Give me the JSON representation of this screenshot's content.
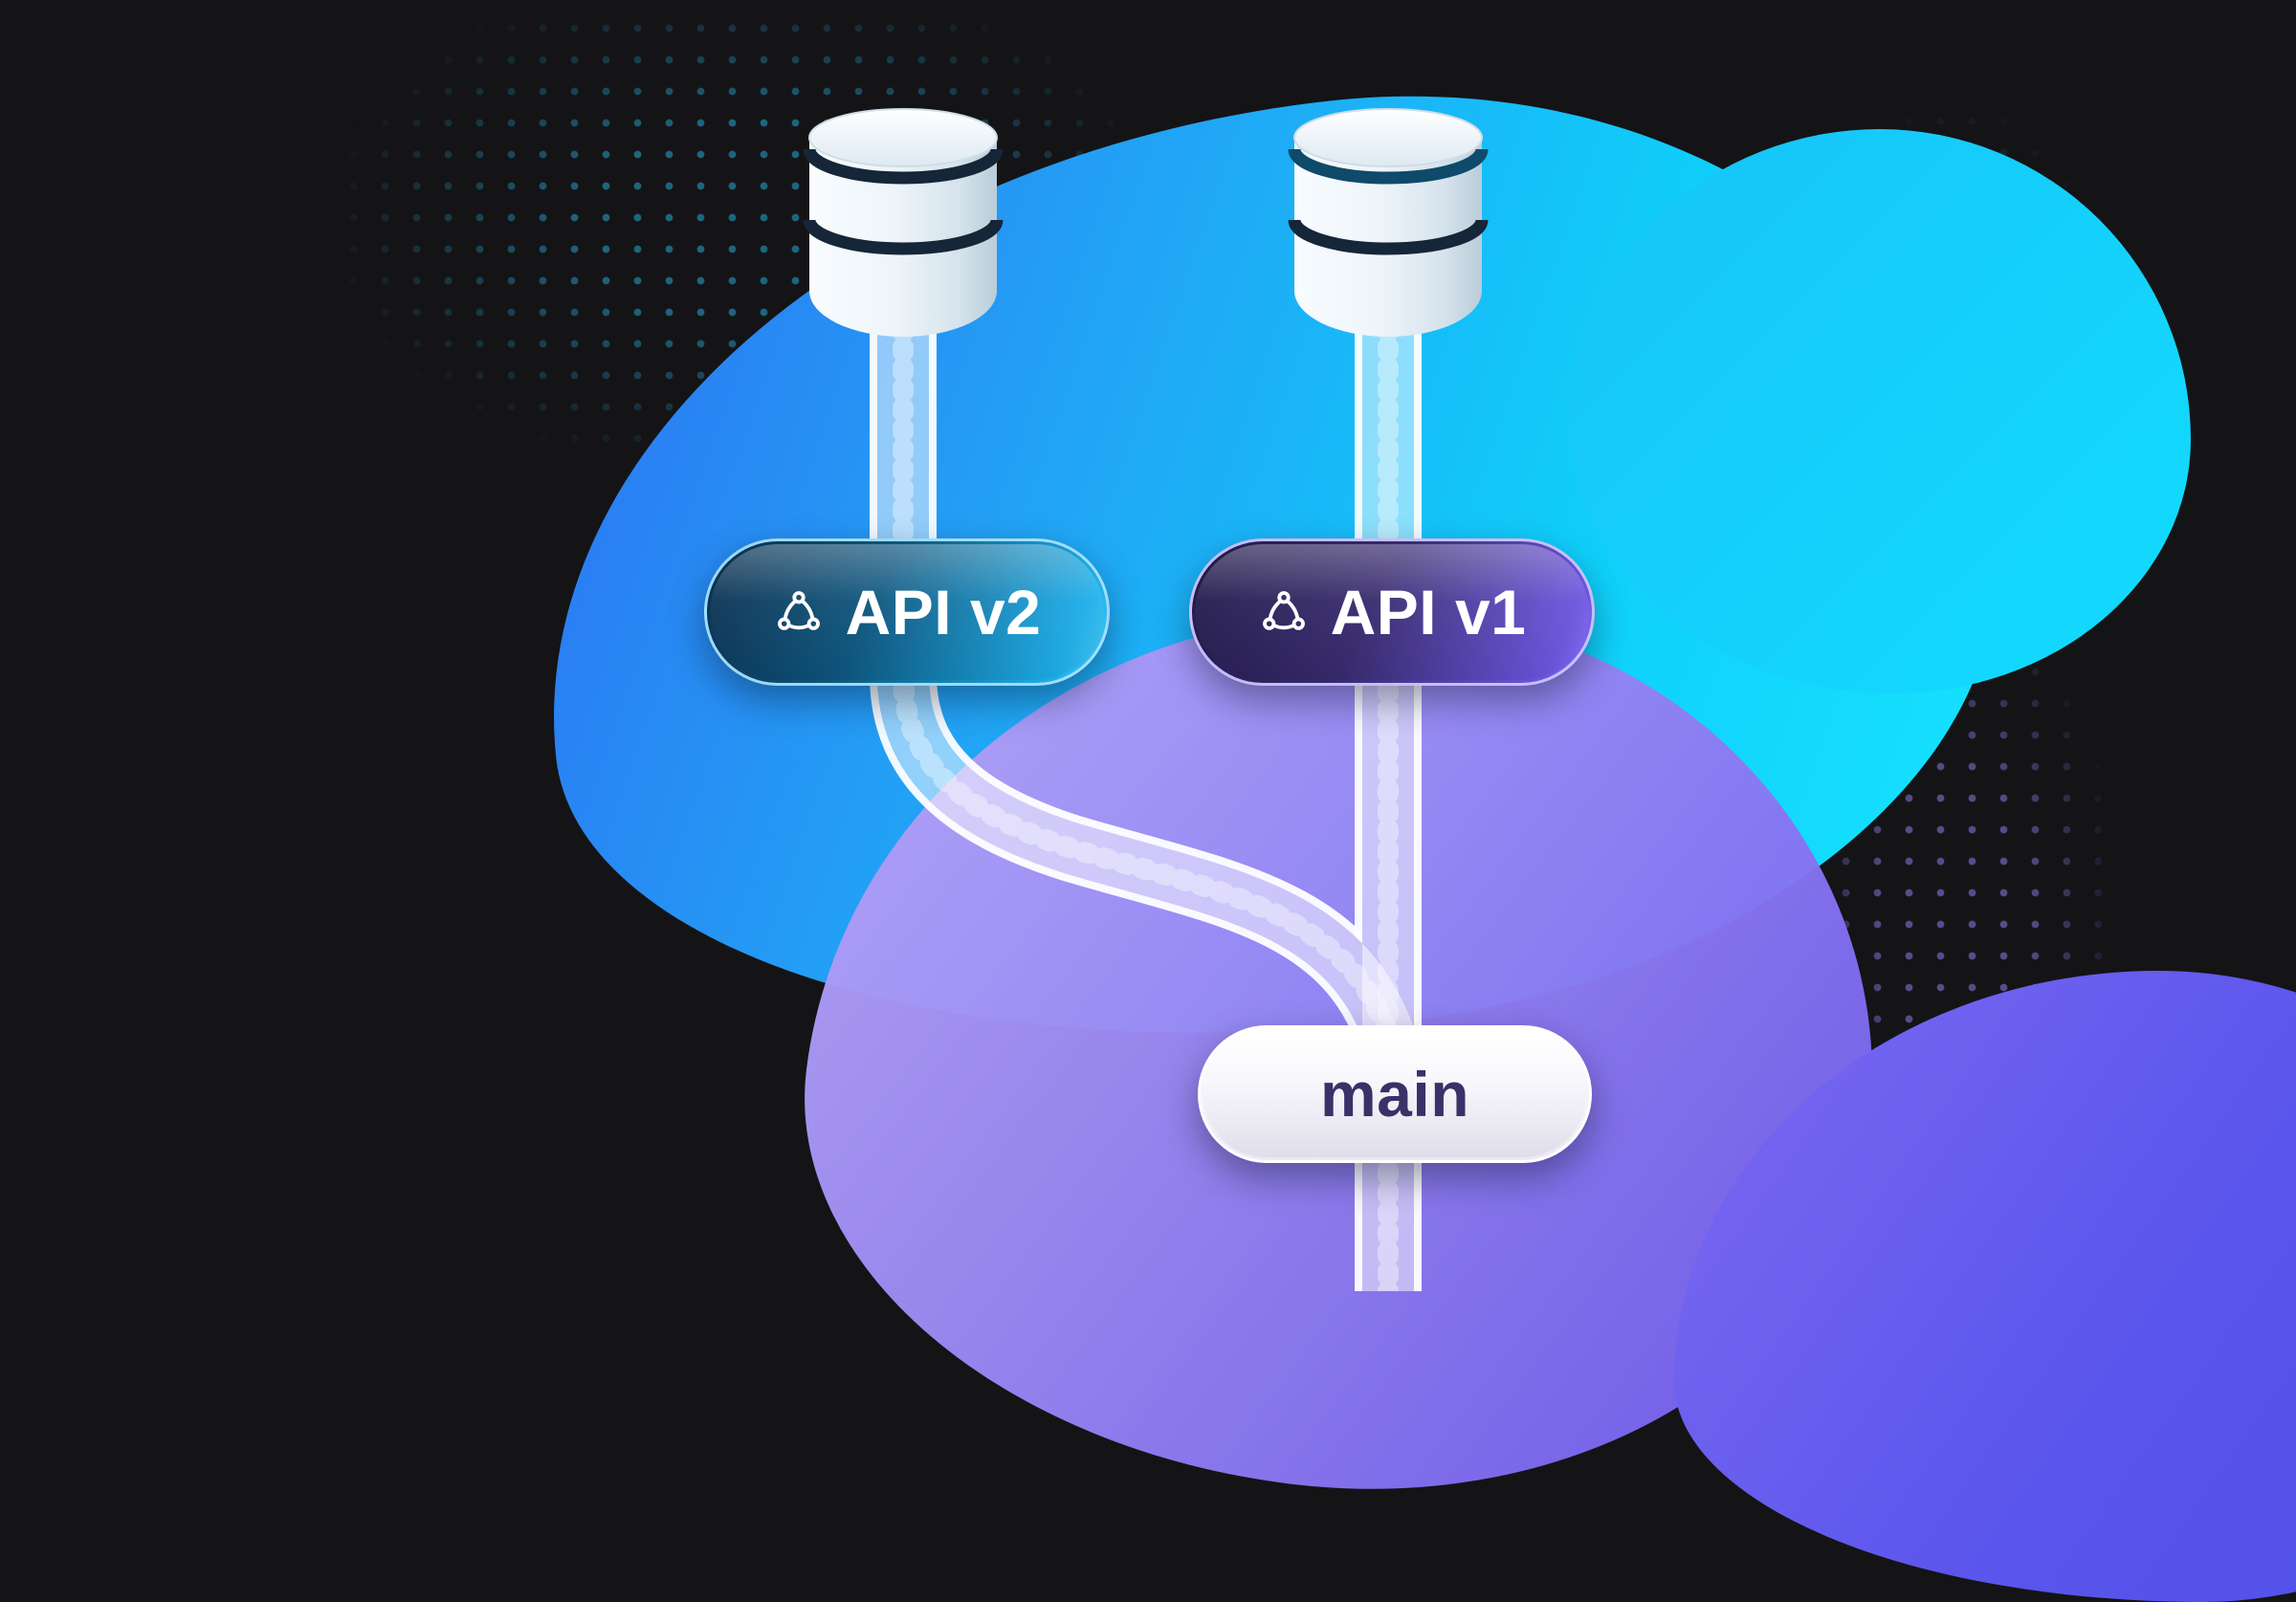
{
  "badges": {
    "api_v2": {
      "label": "API v2",
      "icon": "api-cycle-icon",
      "gradient_from": "#0a2c4c",
      "gradient_to": "#49ccf5",
      "border": "#a8e2fc",
      "text_color": "#ffffff"
    },
    "api_v1": {
      "label": "API v1",
      "icon": "api-cycle-icon",
      "gradient_from": "#201847",
      "gradient_to": "#8d75ff",
      "border": "#cec6ff",
      "text_color": "#ffffff"
    },
    "main": {
      "label": "main",
      "background": "#f2effa",
      "border": "#ffffff",
      "text_color": "#3a3168"
    }
  },
  "nodes": {
    "database_left": {
      "icon": "database-icon"
    },
    "database_right": {
      "icon": "database-icon"
    }
  },
  "background": {
    "base": "#141416",
    "blob_cyan_from": "#2e6ef2",
    "blob_cyan_to": "#18e4ff",
    "blob_purple_from": "#b7a6f7",
    "blob_purple_to": "#6f5bee",
    "blob_violet_from": "#7d6af2",
    "blob_violet_to": "#4d4fe8",
    "dot_color_cyan": "#28a5d7",
    "dot_color_purple": "#8e7ae8"
  },
  "branch_lines": {
    "rim_color": "#ffffff",
    "fill_color": "rgba(255,255,255,0.5)"
  }
}
